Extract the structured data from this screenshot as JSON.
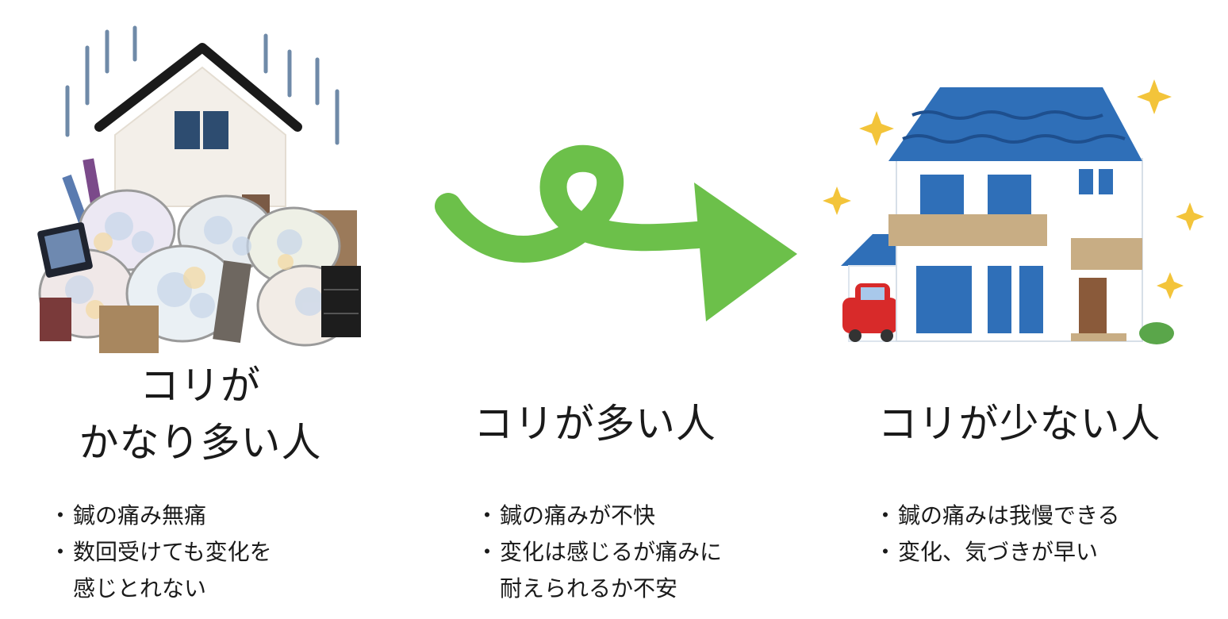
{
  "columns": [
    {
      "title_lines": [
        "コリが",
        "かなり多い人"
      ],
      "bullets": [
        [
          "鍼の痛み無痛"
        ],
        [
          "数回受けても変化を",
          "感じとれない"
        ]
      ]
    },
    {
      "title_lines": [
        "コリが多い人"
      ],
      "bullets": [
        [
          "鍼の痛みが不快"
        ],
        [
          "変化は感じるが痛みに",
          "耐えられるか不安"
        ]
      ]
    },
    {
      "title_lines": [
        "コリが少ない人"
      ],
      "bullets": [
        [
          "鍼の痛みは我慢できる"
        ],
        [
          "変化、気づきが早い"
        ]
      ]
    }
  ],
  "colors": {
    "arrow": "#6cc04a",
    "roof_blue": "#2f6fb8",
    "trash_house_roof": "#1a1a1a",
    "text": "#1a1a1a"
  },
  "icons": [
    "trash-house-illustration",
    "curly-arrow-icon",
    "clean-house-illustration"
  ]
}
